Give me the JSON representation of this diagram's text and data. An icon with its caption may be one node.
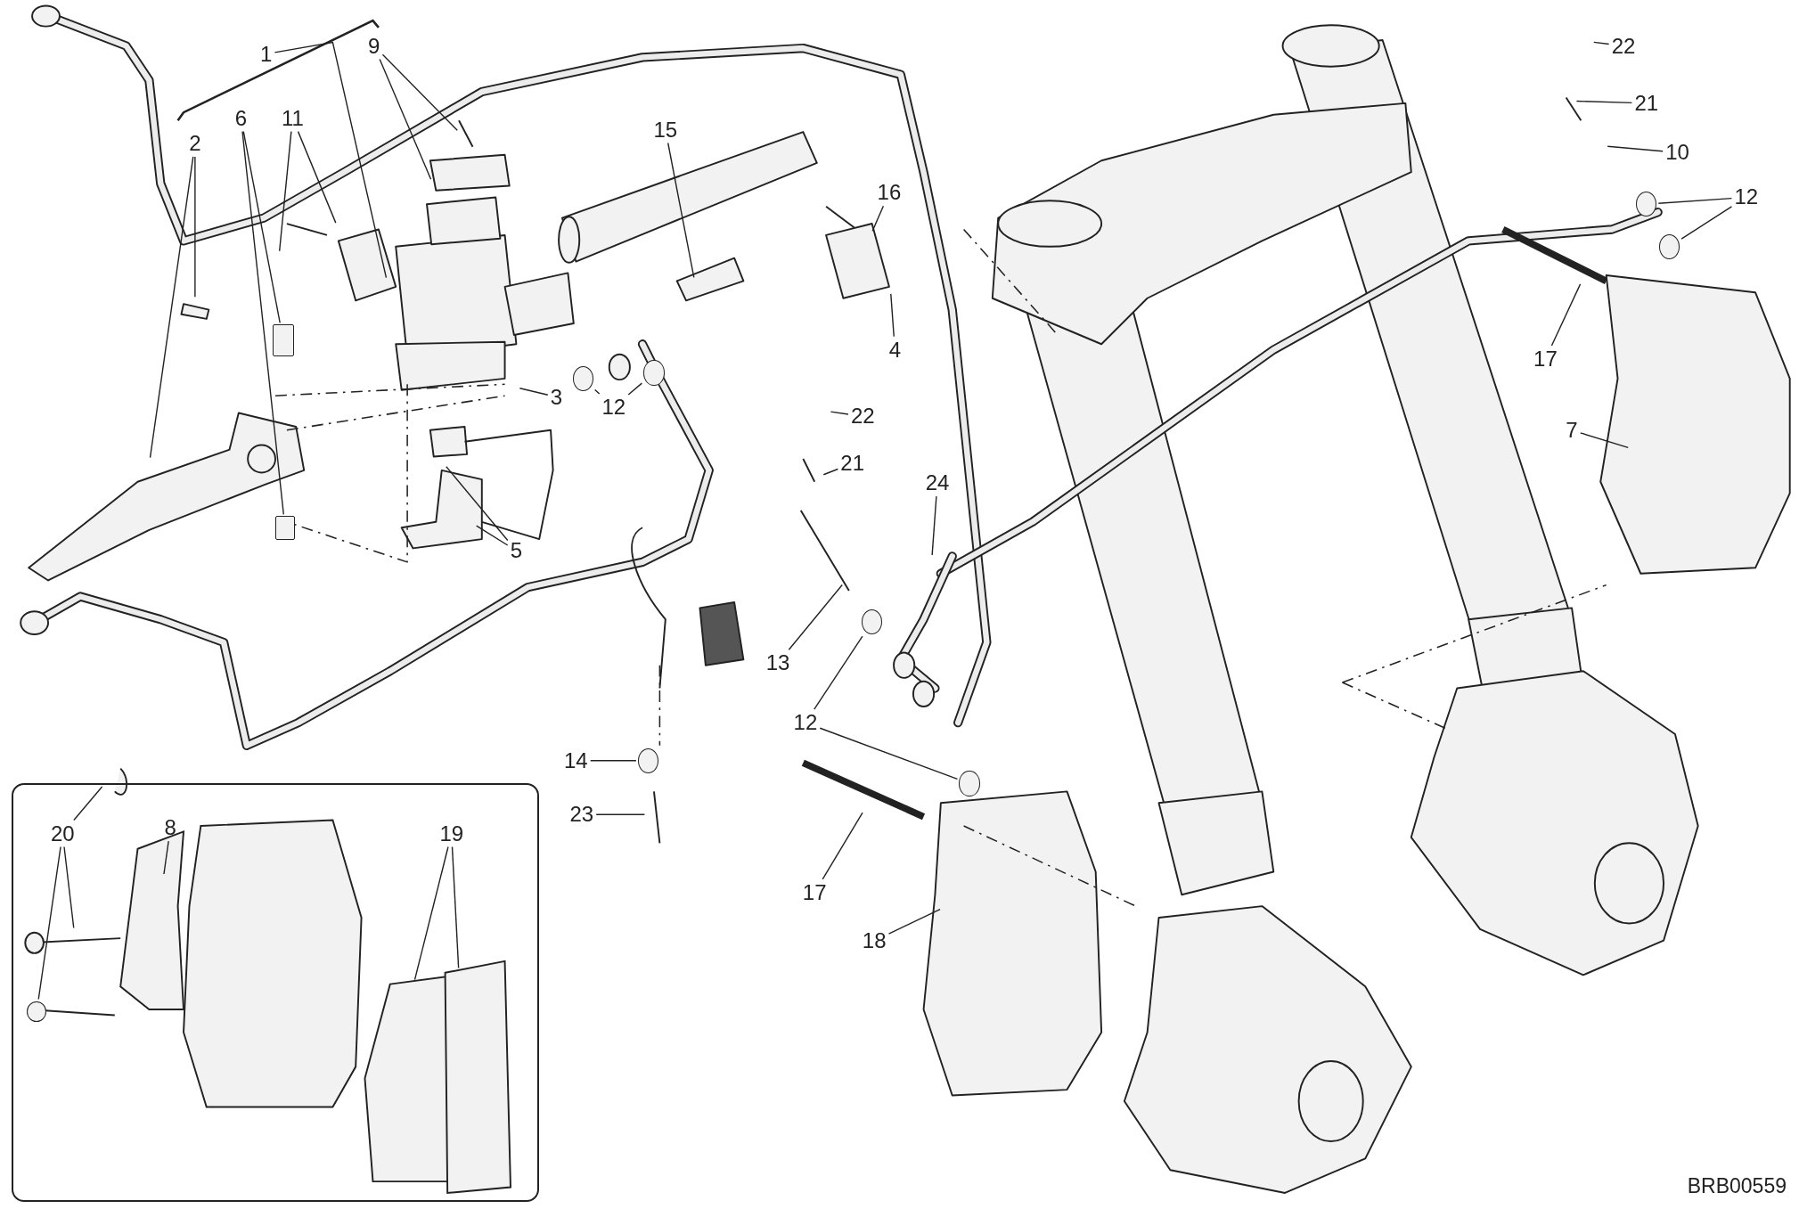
{
  "diagram": {
    "nodes": [
      {
        "text": [
          "1"
        ]
      },
      {
        "text": [
          "2"
        ]
      },
      {
        "text": [
          "6"
        ]
      },
      {
        "text": [
          "11"
        ]
      },
      {
        "text": [
          "9"
        ]
      },
      {
        "text": [
          "15"
        ]
      },
      {
        "text": [
          "3"
        ]
      },
      {
        "text": [
          "12"
        ]
      },
      {
        "text": [
          "5"
        ]
      },
      {
        "text": [
          "16"
        ]
      },
      {
        "text": [
          "4"
        ]
      },
      {
        "text": [
          "22"
        ]
      },
      {
        "text": [
          "21"
        ]
      },
      {
        "text": [
          "10"
        ]
      },
      {
        "text": [
          "12"
        ]
      },
      {
        "text": [
          "17"
        ]
      },
      {
        "text": [
          "7"
        ]
      },
      {
        "text": [
          "22"
        ]
      },
      {
        "text": [
          "21"
        ]
      },
      {
        "text": [
          "24"
        ]
      },
      {
        "text": [
          "13"
        ]
      },
      {
        "text": [
          "12"
        ]
      },
      {
        "text": [
          "14"
        ]
      },
      {
        "text": [
          "23"
        ]
      },
      {
        "text": [
          "17"
        ]
      },
      {
        "text": [
          "18"
        ]
      },
      {
        "text": [],
        "shape": "box"
      },
      {
        "text": [
          "20"
        ],
        "in": 26
      },
      {
        "text": [
          "8"
        ],
        "in": 26
      },
      {
        "text": [
          "19"
        ],
        "in": 26
      },
      {
        "text": [],
        "shape": "box"
      },
      {
        "text": [],
        "shape": "box"
      },
      {
        "text": [],
        "shape": "circle"
      },
      {
        "text": [],
        "shape": "circle"
      },
      {
        "text": [],
        "shape": "circle"
      },
      {
        "text": [],
        "shape": "circle"
      },
      {
        "text": [],
        "shape": "circle"
      },
      {
        "text": [],
        "shape": "circle"
      },
      {
        "text": [],
        "shape": "circle"
      },
      {
        "text": [],
        "shape": "circle",
        "in": 26
      }
    ],
    "edges": [
      {
        "from": 0,
        "to": null,
        "arrow": "none"
      },
      {
        "from": 1,
        "to": null,
        "arrow": "none"
      },
      {
        "from": 1,
        "to": null,
        "arrow": "none"
      },
      {
        "from": 2,
        "to": 30,
        "arrow": "none"
      },
      {
        "from": 2,
        "to": 31,
        "arrow": "none"
      },
      {
        "from": 3,
        "to": null,
        "arrow": "none"
      },
      {
        "from": 3,
        "to": null,
        "arrow": "none"
      },
      {
        "from": 4,
        "to": null,
        "arrow": "none"
      },
      {
        "from": 4,
        "to": null,
        "arrow": "none"
      },
      {
        "from": 5,
        "to": null,
        "arrow": "none"
      },
      {
        "from": 6,
        "to": null,
        "arrow": "none"
      },
      {
        "from": 7,
        "to": 32,
        "arrow": "none"
      },
      {
        "from": 7,
        "to": 33,
        "arrow": "none"
      },
      {
        "from": 8,
        "to": null,
        "arrow": "none"
      },
      {
        "from": 8,
        "to": null,
        "arrow": "none"
      },
      {
        "from": 9,
        "to": null,
        "arrow": "none"
      },
      {
        "from": 10,
        "to": null,
        "arrow": "none"
      },
      {
        "from": 11,
        "to": null,
        "arrow": "none"
      },
      {
        "from": 12,
        "to": null,
        "arrow": "none"
      },
      {
        "from": 13,
        "to": null,
        "arrow": "none"
      },
      {
        "from": 14,
        "to": 34,
        "arrow": "none"
      },
      {
        "from": 14,
        "to": 35,
        "arrow": "none"
      },
      {
        "from": 15,
        "to": null,
        "arrow": "none"
      },
      {
        "from": 16,
        "to": null,
        "arrow": "none"
      },
      {
        "from": 17,
        "to": null,
        "arrow": "none"
      },
      {
        "from": 18,
        "to": null,
        "arrow": "none"
      },
      {
        "from": 19,
        "to": null,
        "arrow": "none"
      },
      {
        "from": 20,
        "to": null,
        "arrow": "none"
      },
      {
        "from": 21,
        "to": 36,
        "arrow": "none"
      },
      {
        "from": 21,
        "to": 37,
        "arrow": "none"
      },
      {
        "from": 22,
        "to": 38,
        "arrow": "none"
      },
      {
        "from": 23,
        "to": null,
        "arrow": "none"
      },
      {
        "from": 24,
        "to": null,
        "arrow": "none"
      },
      {
        "from": 25,
        "to": null,
        "arrow": "none"
      },
      {
        "from": 27,
        "to": null,
        "arrow": "none"
      },
      {
        "from": 27,
        "to": null,
        "arrow": "none"
      },
      {
        "from": 27,
        "to": 39,
        "arrow": "none"
      },
      {
        "from": 28,
        "to": null,
        "arrow": "none"
      },
      {
        "from": 29,
        "to": null,
        "arrow": "none"
      },
      {
        "from": 29,
        "to": null,
        "arrow": "none"
      }
    ],
    "labels": [
      "BRB00559"
    ]
  }
}
